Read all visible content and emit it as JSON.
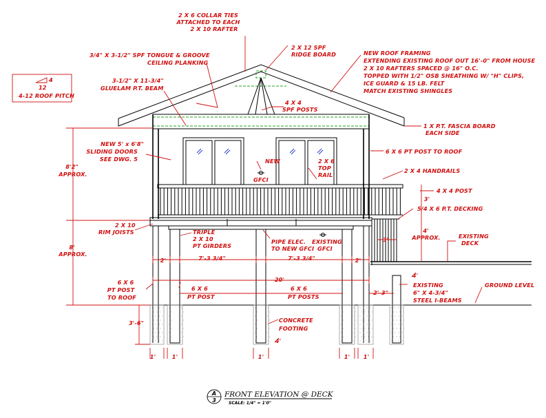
{
  "labels": {
    "collar_ties": [
      "2 X 6 COLLAR TIES",
      "ATTACHED TO EACH",
      "2 X 10 RAFTER"
    ],
    "ridge_board": [
      "2 X 12 SPF",
      "RIDGE BOARD"
    ],
    "roof_framing": [
      "NEW ROOF FRAMING",
      "EXTENDING EXISTING ROOF OUT 16'-0\" FROM HOUSE",
      "2 X 10 RAFTERS SPACED @ 16\" O.C.",
      "TOPPED WITH 1/2\" OSB SHEATHING W/ \"H\" CLIPS,",
      "ICE GUARD & 15 LB. FELT",
      "MATCH EXISTING SHINGLES"
    ],
    "tongue_groove": [
      "3/4\" X 3-1/2\" SPF TONGUE & GROOVE",
      "CEILING PLANKING"
    ],
    "glulam": [
      "3-1/2\" X 11-3/4\"",
      "GLUELAM P.T. BEAM"
    ],
    "spf_posts": [
      "4 X 4",
      "SPF POSTS"
    ],
    "fascia": [
      "1 X P.T. FASCIA BOARD",
      "EACH SIDE"
    ],
    "sliding_doors": [
      "NEW 5' x 6'8\"",
      "SLIDING DOORS",
      "SEE DWG. 5"
    ],
    "new_gfci": [
      "NEW",
      "GFCI"
    ],
    "top_rail": [
      "2 X 6",
      "TOP",
      "RAIL"
    ],
    "post_to_roof_right": "6 X 6 PT POST TO ROOF",
    "handrails": "2 X 4 HANDRAILS",
    "post_4x4": "4 X 4 POST",
    "decking": "5/4 X 6 P.T. DECKING",
    "rim_joists": [
      "2 X 10",
      "RIM JOISTS"
    ],
    "triple_girders": [
      "TRIPLE",
      "2 X 10",
      "PT GIRDERS"
    ],
    "pipe_elec": [
      "PIPE ELEC.",
      "TO NEW GFCI"
    ],
    "existing_gfci": [
      "EXISTING",
      "GFCI"
    ],
    "existing_deck": [
      "EXISTING",
      "DECK"
    ],
    "post_to_roof_left": [
      "6 X 6",
      "PT POST",
      "TO ROOF"
    ],
    "pt_post": [
      "6 X 6",
      "PT POST"
    ],
    "pt_posts": [
      "6 X 6",
      "PT POSTS"
    ],
    "steel_beams": [
      "EXISTING",
      "6\" X 4-3/4\"",
      "STEEL I-BEAMS"
    ],
    "ground_level": "GROUND LEVEL",
    "concrete_footing": [
      "CONCRETE",
      "FOOTING"
    ]
  },
  "dimensions": {
    "upper_height": [
      "8'2\"",
      "APPROX."
    ],
    "lower_height": [
      "8'",
      "APPROX."
    ],
    "footing_depth": "3'-6\"",
    "span_left_end": "2'",
    "span_mid_1": "7'-3 3/4\"",
    "span_mid_2": "7'-3 3/4\"",
    "span_right_end": "2'",
    "overall_width": "20'",
    "right_offset": "2'-3\"",
    "rail_height": "3'",
    "deck_height": [
      "4'",
      "APPROX."
    ],
    "step_dim": "3'",
    "post_width": "1'",
    "footing_mark_center": "4'",
    "footing_mark_right": "4'"
  },
  "roof_pitch": {
    "rise": "4",
    "run": "12",
    "caption": "4-12 ROOF PITCH"
  },
  "title_block": {
    "detail_letter": "A",
    "sheet_number": "3",
    "title": "FRONT ELEVATION @ DECK",
    "scale": "SCALE: 1/4\" = 1'0\""
  },
  "colors": {
    "annotation": "#d01010",
    "linework": "#000000",
    "hidden_member": "#1fa01f",
    "glazing": "#2233cc",
    "background": "#ffffff"
  }
}
